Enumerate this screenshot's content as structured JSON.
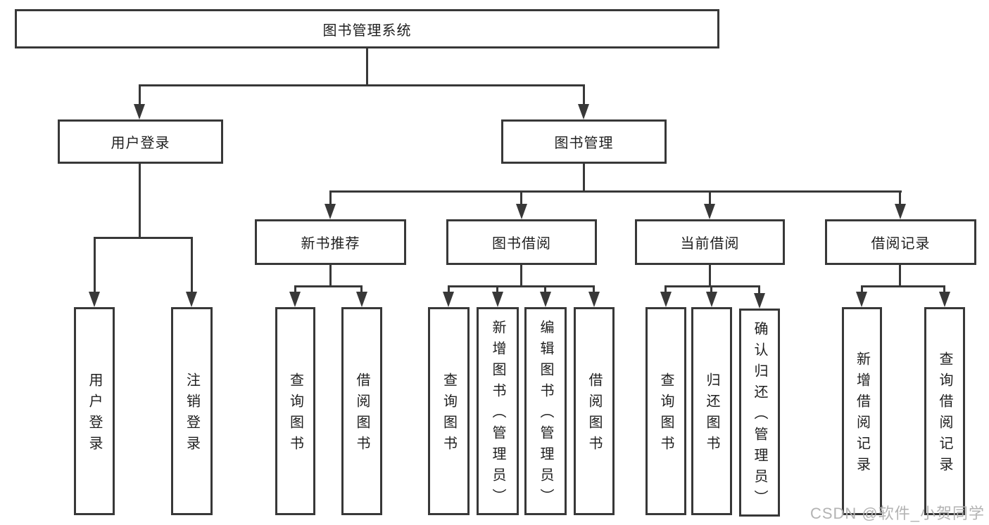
{
  "diagram_title": "图书管理系统",
  "tree": {
    "label": "图书管理系统",
    "children": [
      {
        "label": "用户登录",
        "children": [
          {
            "label": "用户登录"
          },
          {
            "label": "注销登录"
          }
        ]
      },
      {
        "label": "图书管理",
        "children": [
          {
            "label": "新书推荐",
            "children": [
              {
                "label": "查询图书"
              },
              {
                "label": "借阅图书"
              }
            ]
          },
          {
            "label": "图书借阅",
            "children": [
              {
                "label": "查询图书"
              },
              {
                "label": "新增图书（管理员）"
              },
              {
                "label": "编辑图书（管理员）"
              },
              {
                "label": "借阅图书"
              }
            ]
          },
          {
            "label": "当前借阅",
            "children": [
              {
                "label": "查询图书"
              },
              {
                "label": "归还图书"
              },
              {
                "label": "确认归还（管理员）"
              }
            ]
          },
          {
            "label": "借阅记录",
            "children": [
              {
                "label": "新增借阅记录"
              },
              {
                "label": "查询借阅记录"
              }
            ]
          }
        ]
      }
    ]
  },
  "watermark": {
    "text": "CSDN @软件_小贺同学"
  },
  "colors": {
    "line": "#383838",
    "box_border": "#383838",
    "box_fill": "#ffffff",
    "text": "#1f1f1f",
    "watermark": "#b3b3b3",
    "background": "#ffffff"
  }
}
